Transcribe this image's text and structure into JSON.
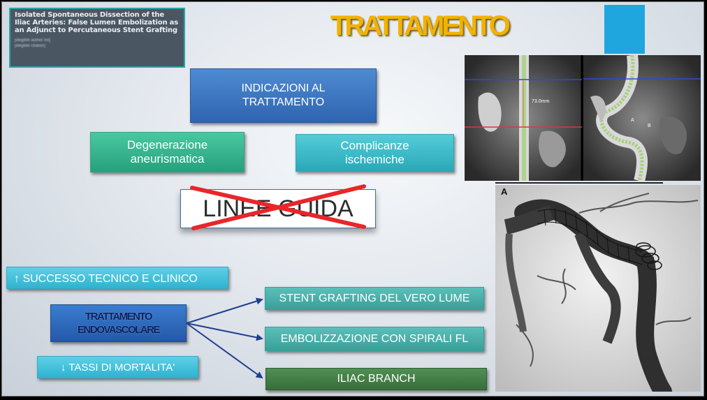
{
  "reference": {
    "title": "Isolated Spontaneous Dissection of the Iliac Arteries: False Lumen Embolization as an Adjunct to Percutaneous Stent Grafting",
    "authors": "[illegible author list]",
    "journal": "[illegible citation]"
  },
  "slide_title": "TRATTAMENTO",
  "boxes": {
    "indicazioni": "INDICAZIONI AL TRATTAMENTO",
    "degenerazione": "Degenerazione aneurismatica",
    "complicanze": "Complicanze ischemiche",
    "linee_guida": "LINEE GUIDA",
    "successo": "↑ SUCCESSO TECNICO E CLINICO",
    "endovascolare": "TRATTAMENTO ENDOVASCOLARE",
    "mortalita": "↓ TASSI DI MORTALITA'",
    "stent": "STENT GRAFTING DEL VERO LUME",
    "embolizzazione": "EMBOLIZZAZIONE CON SPIRALI FL",
    "iliac_branch": "ILIAC BRANCH"
  },
  "images": {
    "ct_measure": "73.0mm",
    "ct_labels": [
      "A",
      "B"
    ],
    "angio_label": "A"
  },
  "colors": {
    "title": "#f3b200",
    "accent_square": "#1fa6de",
    "cross": "#e8262b",
    "arrows": "#1f3f8f"
  }
}
